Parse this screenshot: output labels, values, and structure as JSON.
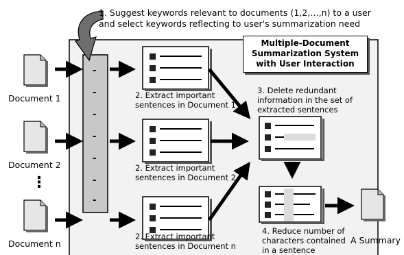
{
  "system_title": [
    "Multiple-Document",
    "Summarization System",
    "with User Interaction"
  ],
  "step1": [
    "1. Suggest keywords relevant to documents (1,2,…,n) to a user",
    "and select keywords reflecting to user's summarization need"
  ],
  "step2_doc1": [
    "2. Extract important",
    "sentences in Document 1"
  ],
  "step2_doc2": [
    "2. Extract important",
    "sentences in Document 2"
  ],
  "step2_docn": [
    "2. Extract important",
    "sentences in Document n"
  ],
  "step3": [
    "3. Delete redundant",
    "information in the set of",
    "extracted sentences"
  ],
  "step4": [
    "4. Reduce number of",
    "characters contained",
    "in a sentence"
  ],
  "documents": [
    "Document 1",
    "Document 2",
    "Document n"
  ],
  "ellipsis": "⋮",
  "summary_label": "A Summary",
  "keyword_marker": "-"
}
